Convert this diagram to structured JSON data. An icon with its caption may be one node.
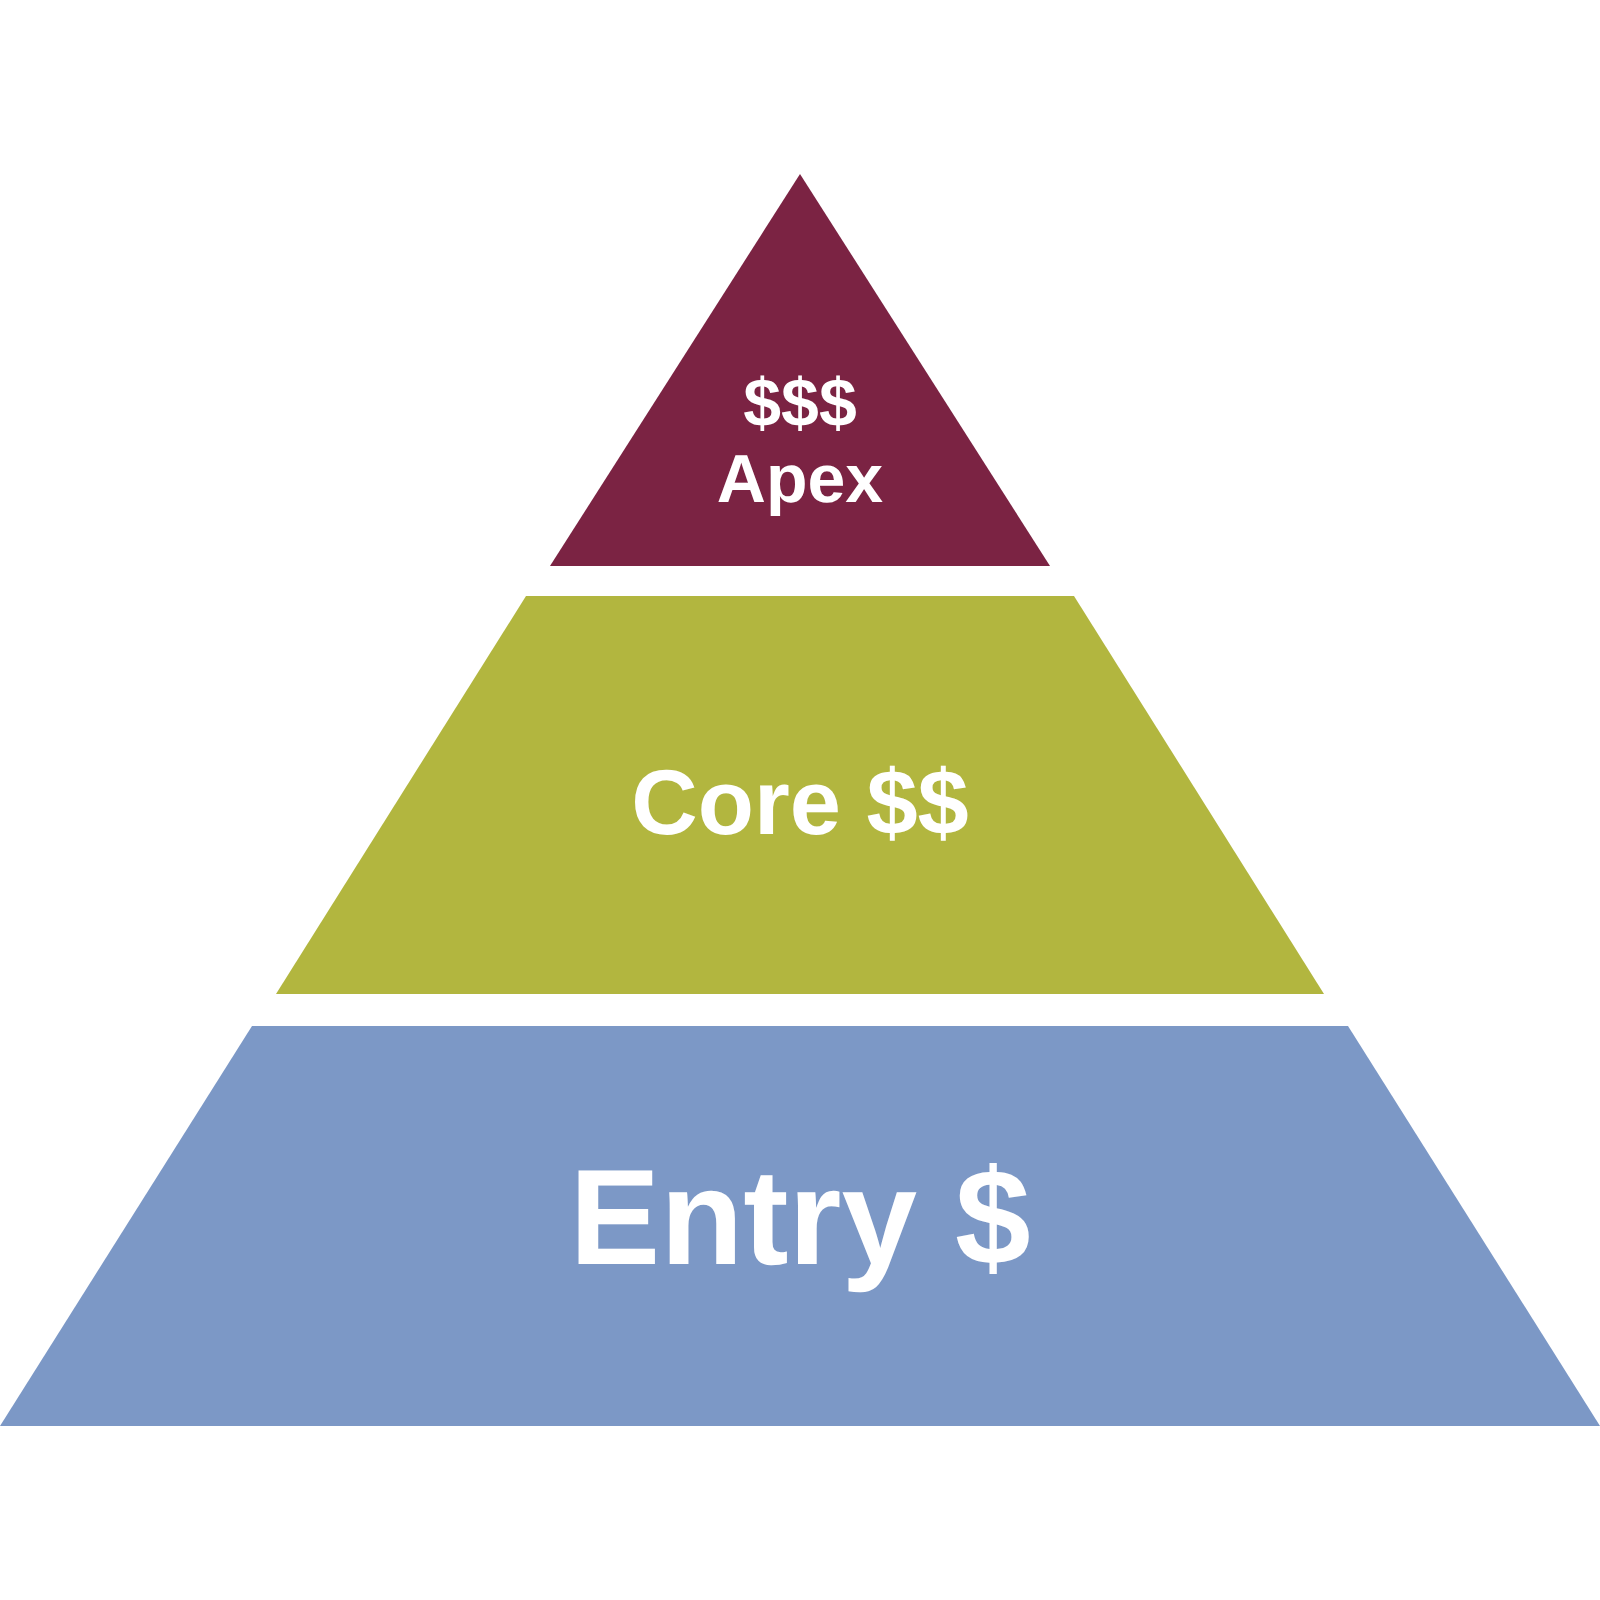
{
  "diagram": {
    "nodes": [
      {
        "text": [
          "$$$ Apex"
        ]
      },
      {
        "text": [
          "Core $$"
        ]
      },
      {
        "text": [
          "Entry $"
        ]
      }
    ]
  }
}
